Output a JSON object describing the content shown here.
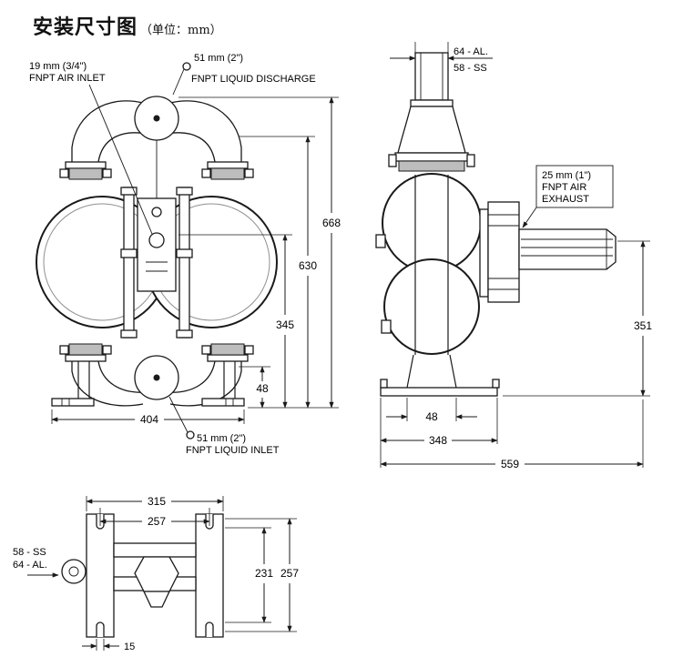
{
  "title": {
    "main": "安装尺寸图",
    "unit": "（单位：mm）"
  },
  "front": {
    "air_inlet_l1": "19 mm (3/4\")",
    "air_inlet_l2": "FNPT AIR INLET",
    "discharge_l1": "51 mm (2\")",
    "discharge_l2": "FNPT LIQUID DISCHARGE",
    "inlet_l1": "51 mm (2\")",
    "inlet_l2": "FNPT LIQUID INLET",
    "dim_668": "668",
    "dim_630": "630",
    "dim_345": "345",
    "dim_48": "48",
    "dim_404": "404"
  },
  "side": {
    "dim_al": "64 - AL.",
    "dim_ss": "58 - SS",
    "exhaust_l1": "25 mm (1\")",
    "exhaust_l2": "FNPT AIR",
    "exhaust_l3": "EXHAUST",
    "dim_351": "351",
    "dim_48": "48",
    "dim_348": "348",
    "dim_559": "559"
  },
  "bottom": {
    "dim_315": "315",
    "dim_257_h": "257",
    "dim_231": "231",
    "dim_257_v": "257",
    "dim_15": "15",
    "label_ss": "58 - SS",
    "label_al": "64 - AL."
  }
}
